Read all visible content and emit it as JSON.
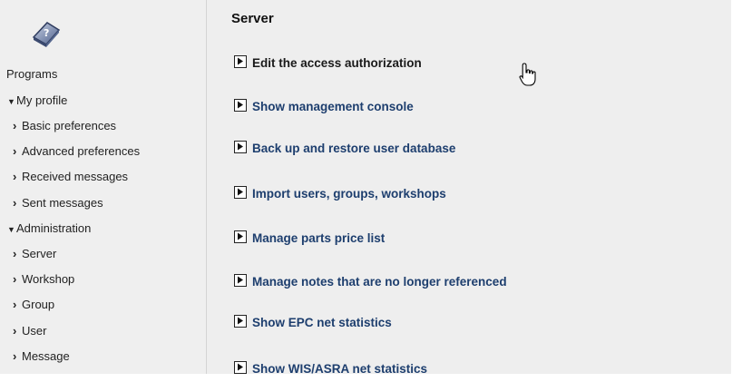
{
  "sidebar": {
    "programs_label": "Programs",
    "items": [
      {
        "label": "My profile",
        "glyph": "▼",
        "level": 0
      },
      {
        "label": "Basic preferences",
        "glyph": "›",
        "level": 1
      },
      {
        "label": "Advanced preferences",
        "glyph": "›",
        "level": 1
      },
      {
        "label": "Received messages",
        "glyph": "›",
        "level": 1
      },
      {
        "label": "Sent messages",
        "glyph": "›",
        "level": 1
      },
      {
        "label": "Administration",
        "glyph": "▼",
        "level": 0
      },
      {
        "label": "Server",
        "glyph": "›",
        "level": 1
      },
      {
        "label": "Workshop",
        "glyph": "›",
        "level": 1
      },
      {
        "label": "Group",
        "glyph": "›",
        "level": 1
      },
      {
        "label": "User",
        "glyph": "›",
        "level": 1
      },
      {
        "label": "Message",
        "glyph": "›",
        "level": 1
      }
    ]
  },
  "main": {
    "title": "Server",
    "actions": [
      {
        "label": "Edit the access authorization"
      },
      {
        "label": "Show management console"
      },
      {
        "label": "Back up and restore user database"
      },
      {
        "label": "Import users, groups, workshops"
      },
      {
        "label": "Manage parts price list"
      },
      {
        "label": "Manage notes that are no longer referenced"
      },
      {
        "label": "Show EPC net statistics"
      },
      {
        "label": "Show WIS/ASRA net statistics"
      }
    ]
  },
  "icons": {
    "logo": "help-book-icon",
    "action_arrow": "play-arrow-icon",
    "cursor": "hand-pointer-icon"
  },
  "colors": {
    "link": "#1d3e6e",
    "sidebar_bg": "#efefef",
    "main_bg": "#eeeeee"
  }
}
